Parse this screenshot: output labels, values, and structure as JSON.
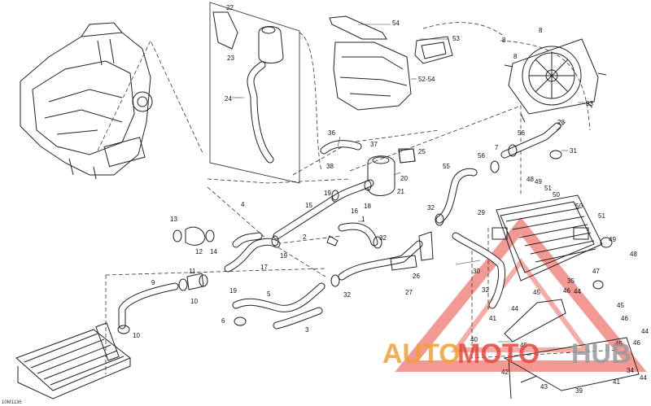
{
  "diagram": {
    "code": "10M1136",
    "labels": [
      {
        "id": "22",
        "text": "22"
      },
      {
        "id": "23",
        "text": "23"
      },
      {
        "id": "24",
        "text": "24"
      },
      {
        "id": "54a",
        "text": "54"
      },
      {
        "id": "53",
        "text": "53"
      },
      {
        "id": "52-54",
        "text": "52-54"
      },
      {
        "id": "8a",
        "text": "8"
      },
      {
        "id": "8b",
        "text": "8"
      },
      {
        "id": "8c",
        "text": "8"
      },
      {
        "id": "33",
        "text": "33"
      },
      {
        "id": "36",
        "text": "36"
      },
      {
        "id": "37",
        "text": "37"
      },
      {
        "id": "38",
        "text": "38"
      },
      {
        "id": "25",
        "text": "25"
      },
      {
        "id": "20",
        "text": "20"
      },
      {
        "id": "21",
        "text": "21"
      },
      {
        "id": "28",
        "text": "28"
      },
      {
        "id": "56a",
        "text": "56"
      },
      {
        "id": "7",
        "text": "7"
      },
      {
        "id": "56b",
        "text": "56"
      },
      {
        "id": "31",
        "text": "31"
      },
      {
        "id": "55",
        "text": "55"
      },
      {
        "id": "48a",
        "text": "48"
      },
      {
        "id": "49a",
        "text": "49"
      },
      {
        "id": "51a",
        "text": "51"
      },
      {
        "id": "50a",
        "text": "50"
      },
      {
        "id": "50b",
        "text": "50"
      },
      {
        "id": "51b",
        "text": "51"
      },
      {
        "id": "19a",
        "text": "19"
      },
      {
        "id": "16",
        "text": "16"
      },
      {
        "id": "18",
        "text": "18"
      },
      {
        "id": "15",
        "text": "15"
      },
      {
        "id": "13",
        "text": "13"
      },
      {
        "id": "4",
        "text": "4"
      },
      {
        "id": "12",
        "text": "12"
      },
      {
        "id": "14",
        "text": "14"
      },
      {
        "id": "2",
        "text": "2"
      },
      {
        "id": "1",
        "text": "1"
      },
      {
        "id": "19b",
        "text": "19"
      },
      {
        "id": "17",
        "text": "17"
      },
      {
        "id": "32a",
        "text": "32"
      },
      {
        "id": "32b",
        "text": "32"
      },
      {
        "id": "29",
        "text": "29"
      },
      {
        "id": "49b",
        "text": "49"
      },
      {
        "id": "48b",
        "text": "48"
      },
      {
        "id": "11",
        "text": "11"
      },
      {
        "id": "9",
        "text": "9"
      },
      {
        "id": "19c",
        "text": "19"
      },
      {
        "id": "10a",
        "text": "10"
      },
      {
        "id": "5",
        "text": "5"
      },
      {
        "id": "32c",
        "text": "32"
      },
      {
        "id": "26",
        "text": "26"
      },
      {
        "id": "27",
        "text": "27"
      },
      {
        "id": "30",
        "text": "30"
      },
      {
        "id": "35",
        "text": "35"
      },
      {
        "id": "47",
        "text": "47"
      },
      {
        "id": "46a",
        "text": "46"
      },
      {
        "id": "45a",
        "text": "45"
      },
      {
        "id": "44a",
        "text": "44"
      },
      {
        "id": "32d",
        "text": "32"
      },
      {
        "id": "6",
        "text": "6"
      },
      {
        "id": "3",
        "text": "3"
      },
      {
        "id": "10b",
        "text": "10"
      },
      {
        "id": "44b",
        "text": "44"
      },
      {
        "id": "41a",
        "text": "41"
      },
      {
        "id": "40",
        "text": "40"
      },
      {
        "id": "45b",
        "text": "45"
      },
      {
        "id": "46b",
        "text": "46"
      },
      {
        "id": "45c",
        "text": "45"
      },
      {
        "id": "44c",
        "text": "44"
      },
      {
        "id": "45d",
        "text": "45"
      },
      {
        "id": "46c",
        "text": "46"
      },
      {
        "id": "34",
        "text": "34"
      },
      {
        "id": "42",
        "text": "42"
      },
      {
        "id": "43",
        "text": "43"
      },
      {
        "id": "39",
        "text": "39"
      },
      {
        "id": "41b",
        "text": "41"
      },
      {
        "id": "44d",
        "text": "44"
      }
    ]
  },
  "watermark": {
    "auto": "AUTO",
    "moto": "MOTO",
    "hub": "HUB",
    "color_red": "#e8463c",
    "color_orange": "#f0a030",
    "color_grey": "#9a9a9a"
  }
}
